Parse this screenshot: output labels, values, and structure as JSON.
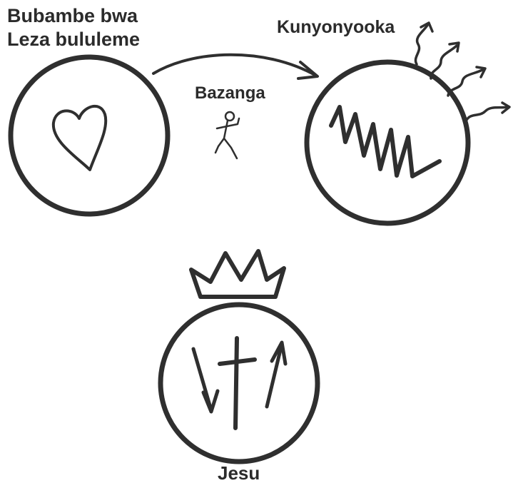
{
  "labels": {
    "god_love_line1": "Bubambe bwa",
    "god_love_line2": "Leza bululeme",
    "death": "Kunyonyooka",
    "people": "Bazanga",
    "jesus": "Jesu"
  },
  "icons": {
    "left_circle": "heart-icon",
    "right_circle": "scribble-icon",
    "bottom_circle": "cross-icon",
    "bottom_top": "crown-icon",
    "figure": "stick-figure-icon"
  },
  "colors": {
    "ink": "#2f2f2f",
    "background": "#ffffff"
  }
}
